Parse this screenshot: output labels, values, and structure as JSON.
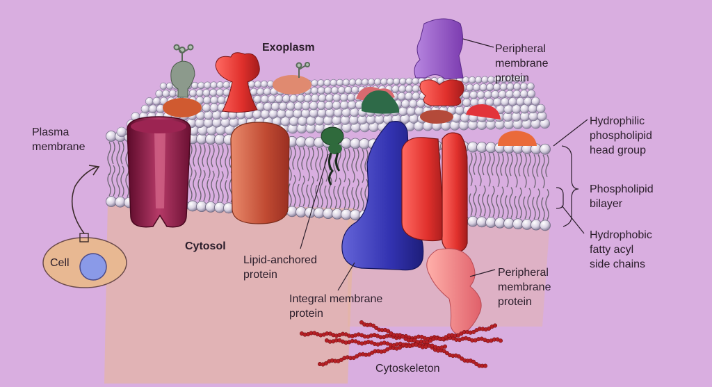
{
  "labels": {
    "exoplasm": "Exoplasm",
    "cytosol": "Cytosol",
    "plasma_membrane": "Plasma\nmembrane",
    "cell": "Cell",
    "peripheral_top": "Peripheral\nmembrane\nprotein",
    "hydrophilic": "Hydrophilic\nphospholipid\nhead group",
    "bilayer": "Phospholipid\nbilayer",
    "hydrophobic": "Hydrophobic\nfatty acyl\nside chains",
    "lipid_anchored": "Lipid-anchored\nprotein",
    "integral": "Integral membrane\nprotein",
    "peripheral_bottom": "Peripheral\nmembrane\nprotein",
    "cytoskeleton": "Cytoskeleton"
  },
  "colors": {
    "background": "#d9aee0",
    "cytosol": "#e8b892",
    "head_group": "#ddd6e6",
    "tail": "#6a6470",
    "channel": "#8a1a44",
    "integral_red": "#c2473a",
    "integral_blue": "#3a3ab8",
    "peripheral_purple": "#9c5ac8",
    "peripheral_pink": "#e87a82",
    "cytoskeleton": "#b52025",
    "lipid_anchor": "#2f6a3c",
    "text": "#2a1d2a"
  }
}
